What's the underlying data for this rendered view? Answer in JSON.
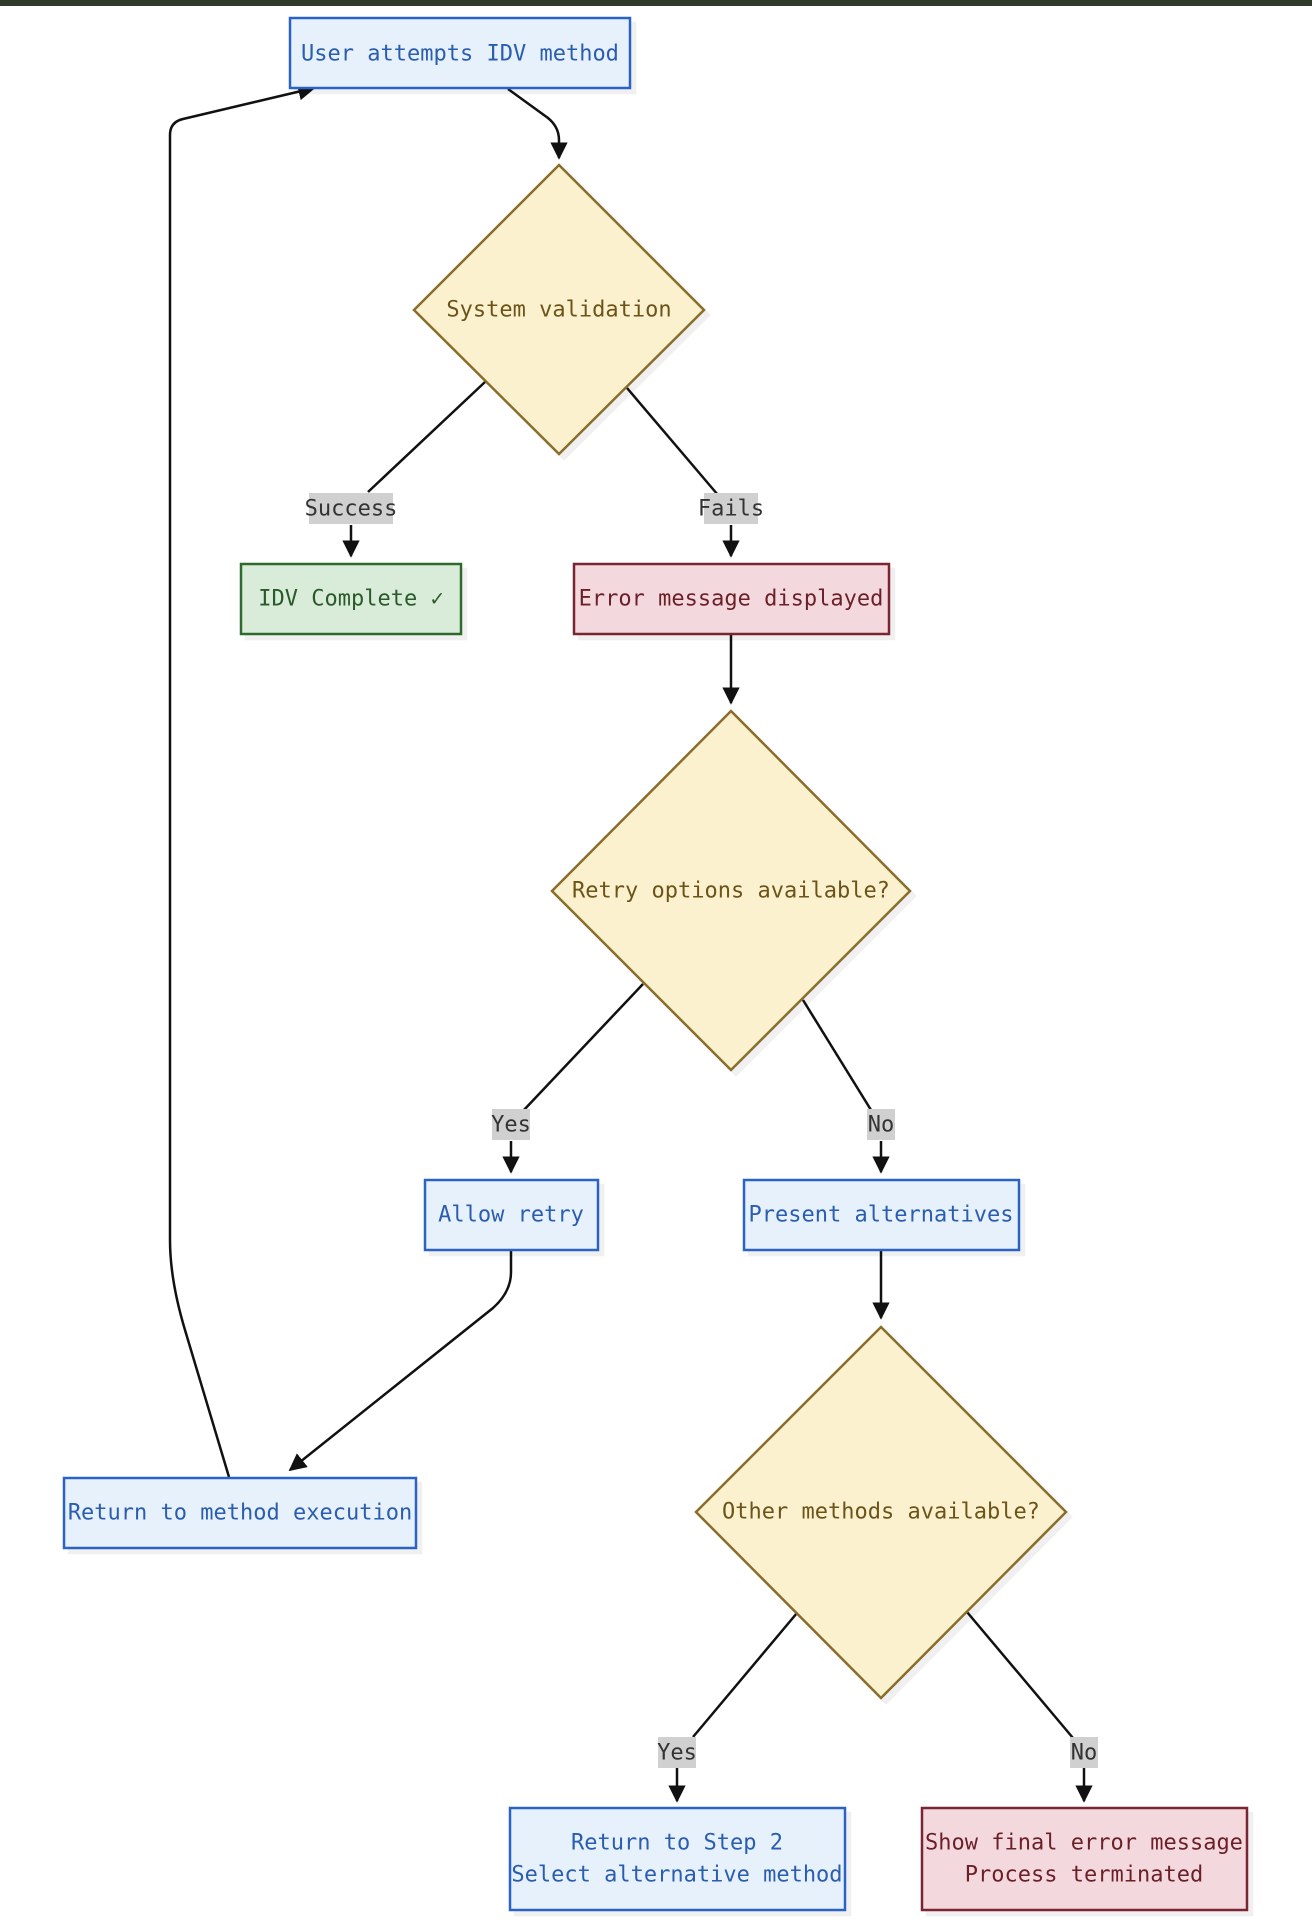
{
  "nodes": {
    "attempt": {
      "label": "User attempts IDV method"
    },
    "validation": {
      "label": "System validation"
    },
    "complete": {
      "label": "IDV Complete ✓"
    },
    "error": {
      "label": "Error message displayed"
    },
    "retry_q": {
      "label": "Retry options available?"
    },
    "allow_retry": {
      "label": "Allow retry"
    },
    "alternatives": {
      "label": "Present alternatives"
    },
    "return_exec": {
      "label": "Return to method execution"
    },
    "other_q": {
      "label": "Other methods available?"
    },
    "step2": {
      "line1": "Return to Step 2",
      "line2": "Select alternative method"
    },
    "final_error": {
      "line1": "Show final error message",
      "line2": "Process terminated"
    }
  },
  "edge_labels": {
    "success": "Success",
    "fails": "Fails",
    "retry_yes": "Yes",
    "retry_no": "No",
    "other_yes": "Yes",
    "other_no": "No"
  },
  "colors": {
    "process_fill": "#e6f1fb",
    "process_stroke": "#2a63c4",
    "process_text": "#2a5db0",
    "decision_fill": "#fcf1cf",
    "decision_stroke": "#8a6d2c",
    "decision_text": "#6b5418",
    "success_fill": "#d9ecda",
    "success_stroke": "#2f6b2f",
    "success_text": "#2a5a2a",
    "error_fill": "#f3d9dd",
    "error_stroke": "#7a2630",
    "error_text": "#6b1f28",
    "label_bg": "#d0d0d0",
    "edge": "#111111"
  }
}
